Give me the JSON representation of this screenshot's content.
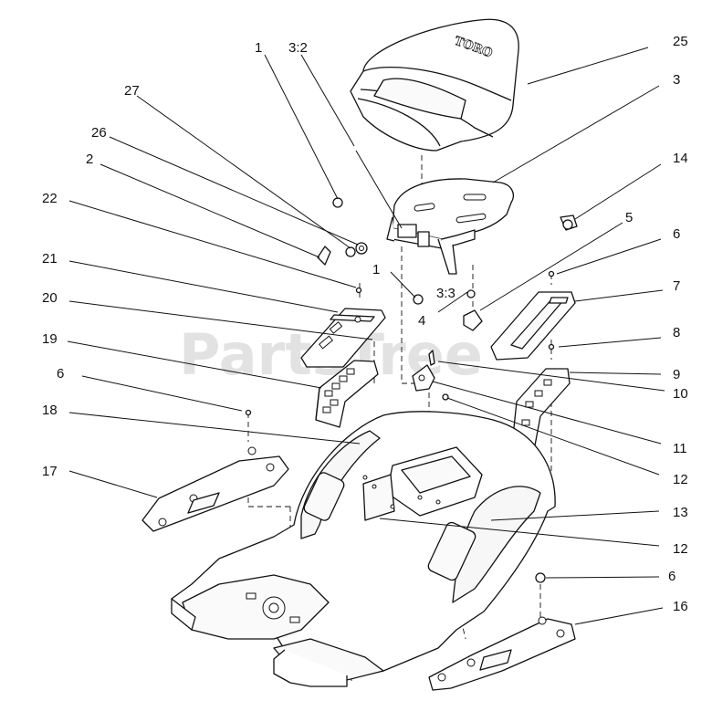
{
  "watermark": {
    "text": "PartsTree",
    "tm": "TM"
  },
  "seat_logo": "TORO",
  "callouts": [
    {
      "id": "c1a",
      "label": "1"
    },
    {
      "id": "c32",
      "label": "3:2"
    },
    {
      "id": "c25",
      "label": "25"
    },
    {
      "id": "c27",
      "label": "27"
    },
    {
      "id": "c3",
      "label": "3"
    },
    {
      "id": "c26",
      "label": "26"
    },
    {
      "id": "c2",
      "label": "2"
    },
    {
      "id": "c14",
      "label": "14"
    },
    {
      "id": "c22",
      "label": "22"
    },
    {
      "id": "c5",
      "label": "5"
    },
    {
      "id": "c1b",
      "label": "1"
    },
    {
      "id": "c6a",
      "label": "6"
    },
    {
      "id": "c21",
      "label": "21"
    },
    {
      "id": "c33",
      "label": "3:3"
    },
    {
      "id": "c7",
      "label": "7"
    },
    {
      "id": "c20",
      "label": "20"
    },
    {
      "id": "c4",
      "label": "4"
    },
    {
      "id": "c8",
      "label": "8"
    },
    {
      "id": "c19",
      "label": "19"
    },
    {
      "id": "c9",
      "label": "9"
    },
    {
      "id": "c6b",
      "label": "6"
    },
    {
      "id": "c10",
      "label": "10"
    },
    {
      "id": "c18",
      "label": "18"
    },
    {
      "id": "c11",
      "label": "11"
    },
    {
      "id": "c12a",
      "label": "12"
    },
    {
      "id": "c17",
      "label": "17"
    },
    {
      "id": "c13",
      "label": "13"
    },
    {
      "id": "c12b",
      "label": "12"
    },
    {
      "id": "c6c",
      "label": "6"
    },
    {
      "id": "c16",
      "label": "16"
    }
  ]
}
